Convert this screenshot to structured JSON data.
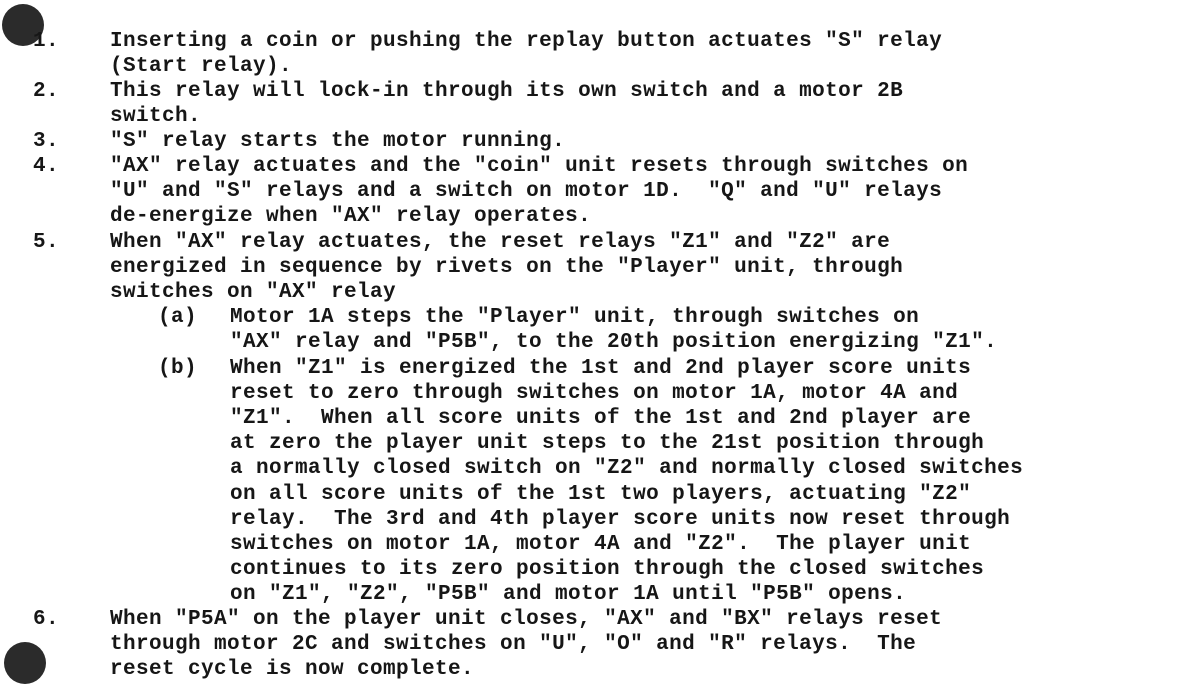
{
  "items": [
    {
      "num": "1.",
      "lines": [
        "Inserting a coin or pushing the replay button actuates \"S\" relay",
        "(Start relay)."
      ]
    },
    {
      "num": "2.",
      "lines": [
        "This relay will lock-in through its own switch and a motor 2B",
        "switch."
      ]
    },
    {
      "num": "3.",
      "lines": [
        "\"S\" relay starts the motor running."
      ]
    },
    {
      "num": "4.",
      "lines": [
        "\"AX\" relay actuates and the \"coin\" unit resets through switches on",
        "\"U\" and \"S\" relays and a switch on motor 1D.  \"Q\" and \"U\" relays",
        "de-energize when \"AX\" relay operates."
      ]
    },
    {
      "num": "5.",
      "lines": [
        "When \"AX\" relay actuates, the reset relays \"Z1\" and \"Z2\" are",
        "energized in sequence by rivets on the \"Player\" unit, through",
        "switches on \"AX\" relay"
      ]
    },
    {
      "num": "6.",
      "lines": [
        "When \"P5A\" on the player unit closes, \"AX\" and \"BX\" relays reset",
        "through motor 2C and switches on \"U\", \"O\" and \"R\" relays.  The",
        "reset cycle is now complete."
      ]
    }
  ],
  "subitems": [
    {
      "label": "(a)",
      "lines": [
        "Motor 1A steps the \"Player\" unit, through switches on",
        "\"AX\" relay and \"P5B\", to the 20th position energizing \"Z1\"."
      ]
    },
    {
      "label": "(b)",
      "lines": [
        "When \"Z1\" is energized the 1st and 2nd player score units",
        "reset to zero through switches on motor 1A, motor 4A and",
        "\"Z1\".  When all score units of the 1st and 2nd player are",
        "at zero the player unit steps to the 21st position through",
        "a normally closed switch on \"Z2\" and normally closed switches",
        "on all score units of the 1st two players, actuating \"Z2\"",
        "relay.  The 3rd and 4th player score units now reset through",
        "switches on motor 1A, motor 4A and \"Z2\".  The player unit",
        "continues to its zero position through the closed switches",
        "on \"Z1\", \"Z2\", \"P5B\" and motor 1A until \"P5B\" opens."
      ]
    }
  ]
}
